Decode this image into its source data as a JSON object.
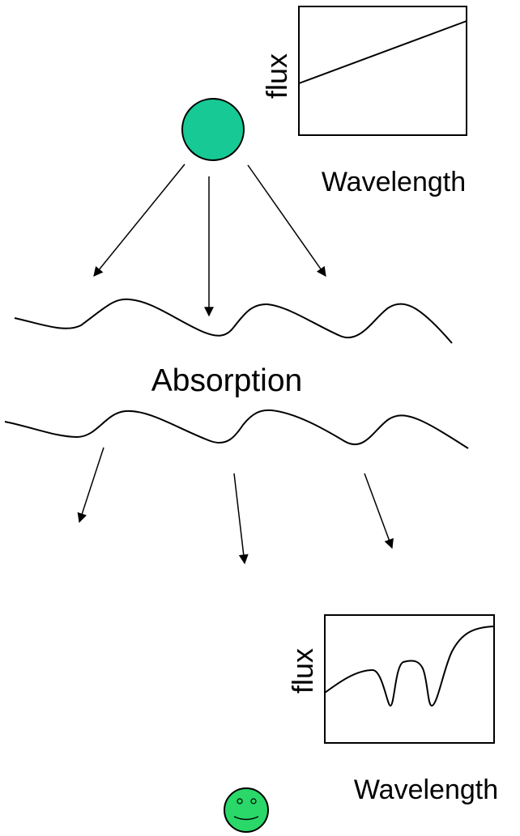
{
  "top_plot": {
    "ylabel": "flux",
    "xlabel": "Wavelength"
  },
  "middle_label": "Absorption",
  "bottom_plot": {
    "ylabel": "flux",
    "xlabel": "Wavelength"
  },
  "colors": {
    "star_fill": "#16c995",
    "observer_fill": "#29d869",
    "stroke": "#000000",
    "background": "#ffffff"
  }
}
